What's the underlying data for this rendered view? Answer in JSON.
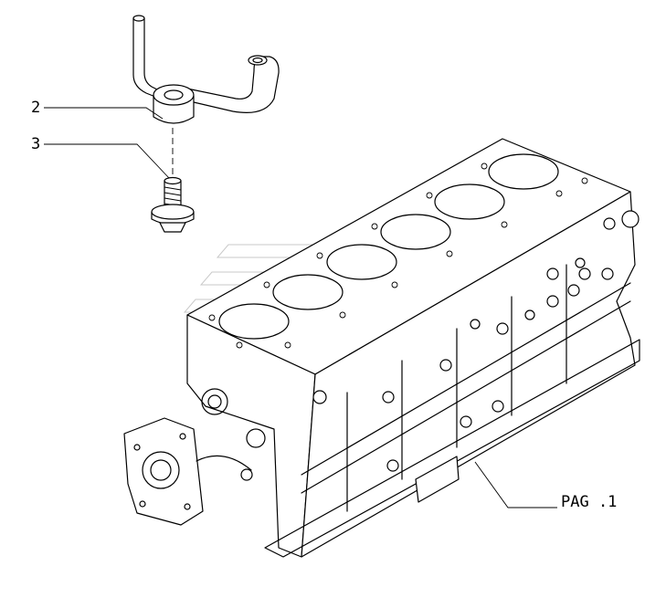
{
  "callouts": [
    {
      "id": "2",
      "label": "2"
    },
    {
      "id": "3",
      "label": "3"
    }
  ],
  "reference": {
    "label": "PAG .1"
  },
  "colors": {
    "ink": "#000000",
    "background": "#ffffff",
    "watermark": "#c9c9c9"
  }
}
